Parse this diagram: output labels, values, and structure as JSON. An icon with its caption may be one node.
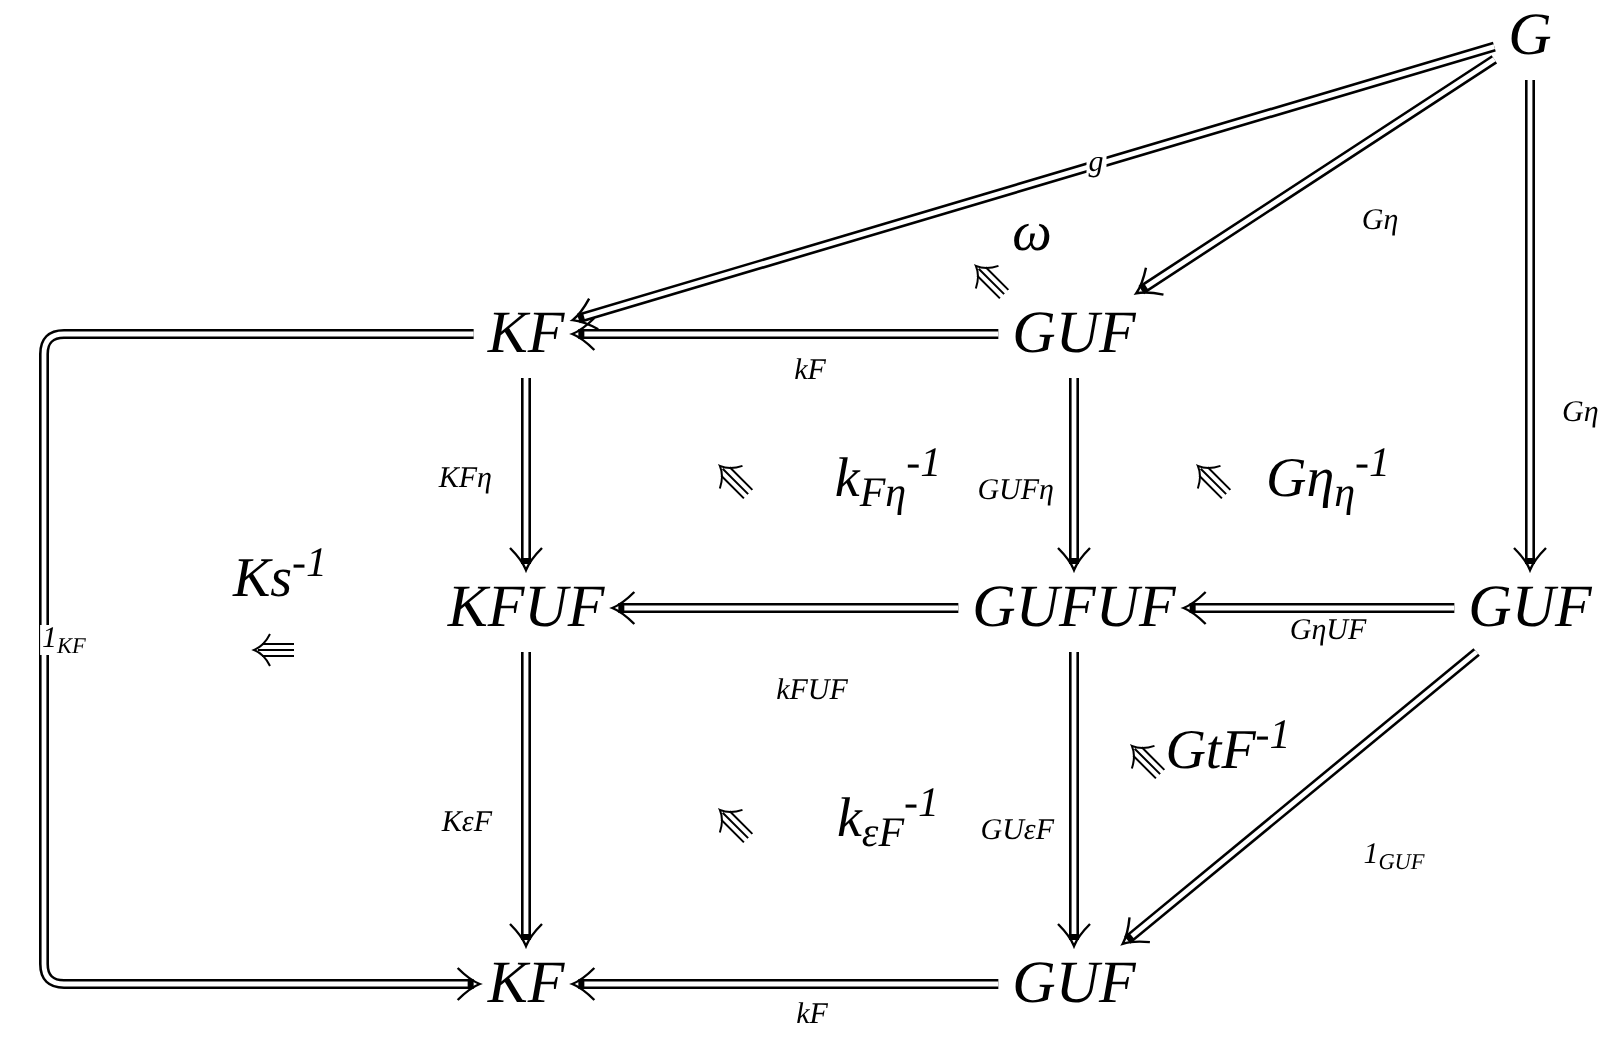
{
  "diagram": {
    "nodes": [
      {
        "text": [
          "G"
        ]
      },
      {
        "text": [
          "KF"
        ]
      },
      {
        "text": [
          "GUF"
        ]
      },
      {
        "text": [
          "KFUF"
        ]
      },
      {
        "text": [
          "GUFUF"
        ]
      },
      {
        "text": [
          "GUF"
        ]
      },
      {
        "text": [
          "KF"
        ]
      },
      {
        "text": [
          "GUF"
        ]
      }
    ],
    "edges": [
      {
        "from": 0,
        "to": 1,
        "arrow": "to",
        "label": "g"
      },
      {
        "from": 0,
        "to": 2,
        "arrow": "to",
        "label": "Gη"
      },
      {
        "from": 0,
        "to": 5,
        "arrow": "to",
        "label": "Gη"
      },
      {
        "from": 2,
        "to": 1,
        "arrow": "to",
        "label": "kF"
      },
      {
        "from": 1,
        "to": 6,
        "arrow": "to",
        "label": "1$_{KF}$"
      },
      {
        "from": 1,
        "to": 3,
        "arrow": "to",
        "label": "KFη"
      },
      {
        "from": 2,
        "to": 4,
        "arrow": "to",
        "label": "GUFη"
      },
      {
        "from": 4,
        "to": 3,
        "arrow": "to",
        "label": "kFUF"
      },
      {
        "from": 5,
        "to": 4,
        "arrow": "to",
        "label": "GηUF"
      },
      {
        "from": 3,
        "to": 6,
        "arrow": "to",
        "label": "KεF"
      },
      {
        "from": 4,
        "to": 7,
        "arrow": "to",
        "label": "GUεF"
      },
      {
        "from": 5,
        "to": 7,
        "arrow": "to",
        "label": "1$_{GUF}$"
      },
      {
        "from": 7,
        "to": 6,
        "arrow": "to",
        "label": "kF"
      }
    ],
    "labels": [
      "ω",
      "k$_{Fη}$$^{-1}$",
      "Gη$_{η}$$^{-1}$",
      "Ks$^{-1}$",
      "GtF$^{-1}$",
      "k$_{εF}$$^{-1}$"
    ]
  }
}
